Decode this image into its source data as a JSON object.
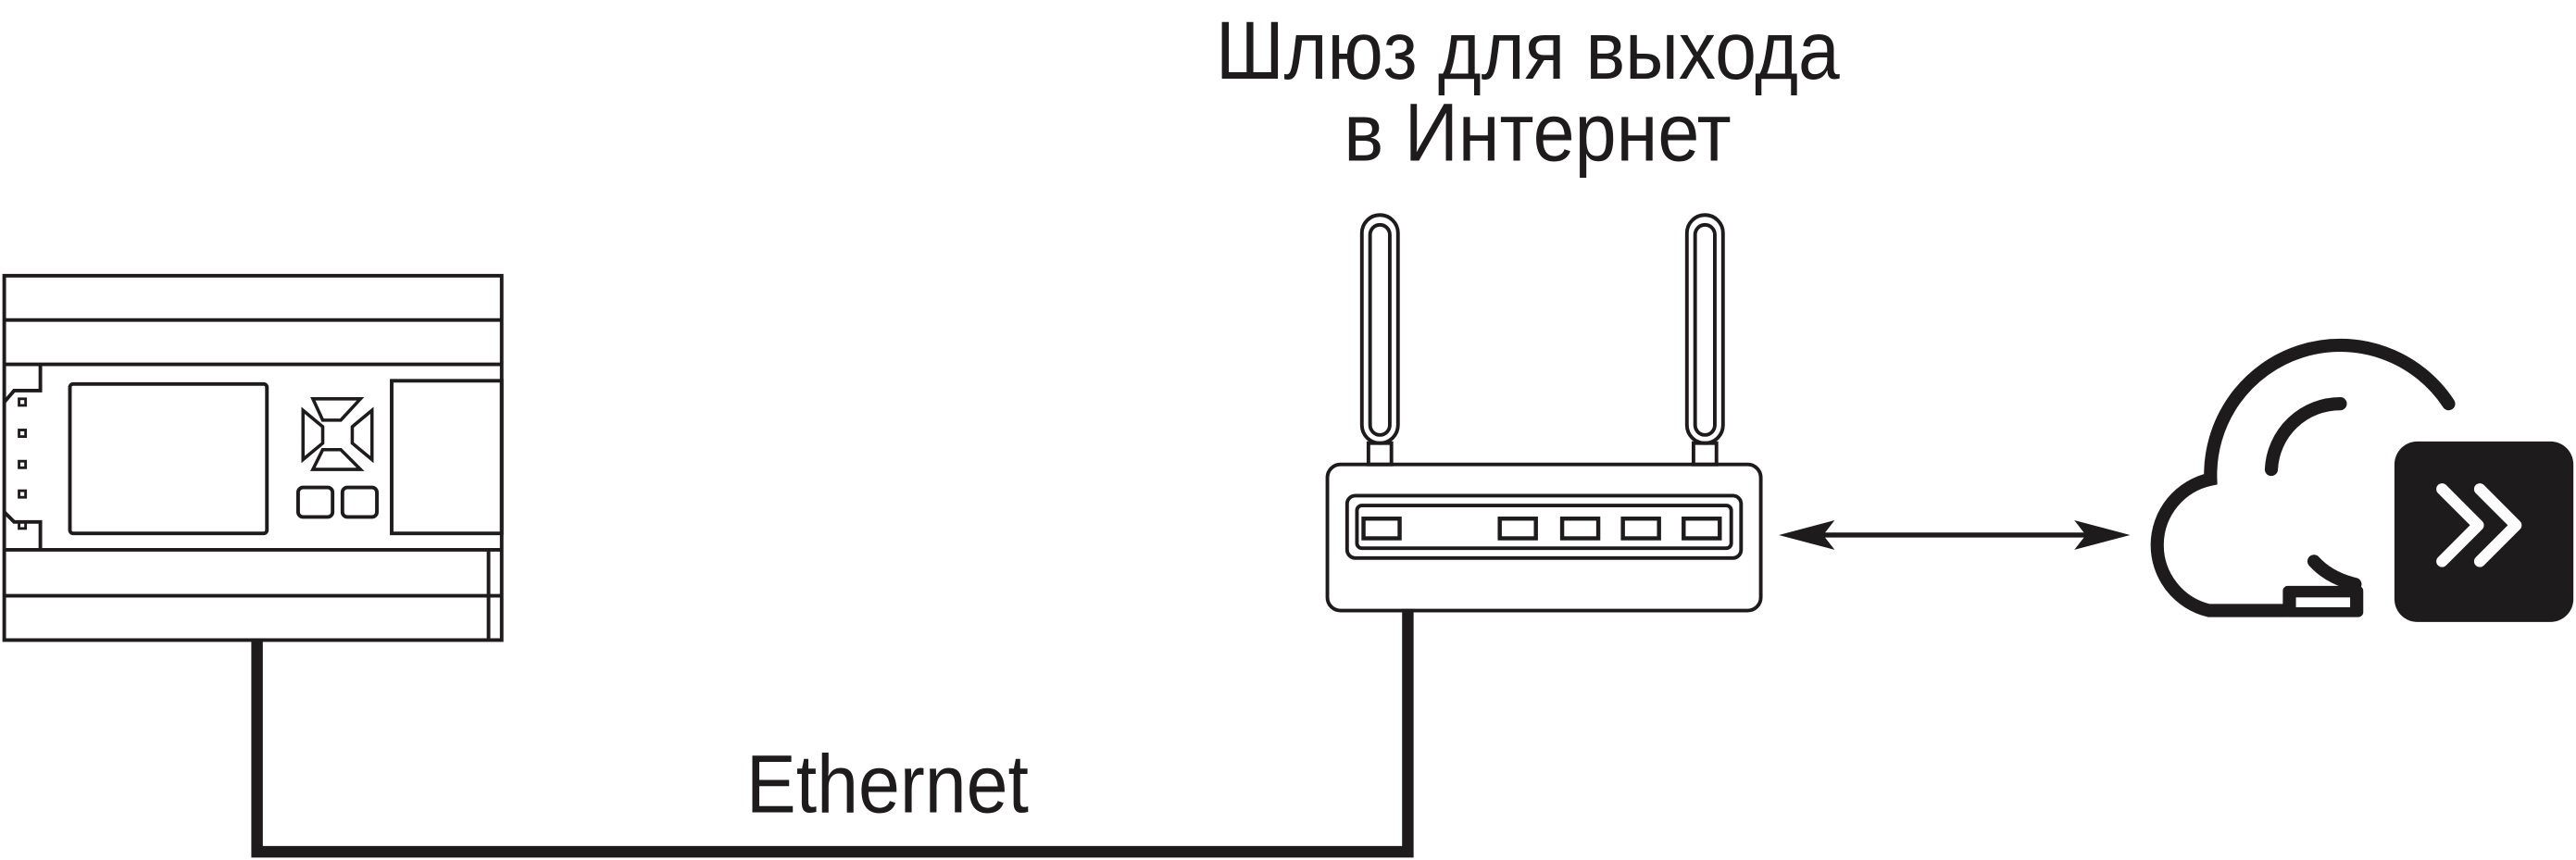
{
  "gateway_label": {
    "line1": "Шлюз для выхода",
    "line2": "в Интернет"
  },
  "cable_label": "Ethernet",
  "icons": {
    "plc": "plc-controller-icon",
    "router": "wifi-router-icon",
    "cloud": "cloud-connection-icon",
    "badge": "double-chevron-app-icon"
  },
  "colors": {
    "stroke": "#1d1b1c",
    "background": "#ffffff"
  }
}
